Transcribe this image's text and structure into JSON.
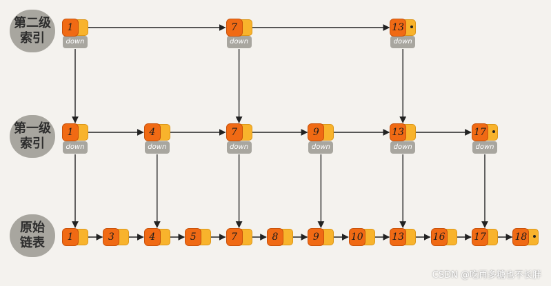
{
  "labels": {
    "level2": [
      "第二级",
      "索引"
    ],
    "level1": [
      "第一级",
      "索引"
    ],
    "base": [
      "原始",
      "链表"
    ]
  },
  "down_label": "down",
  "levels": {
    "level2": [
      1,
      7,
      13
    ],
    "level1": [
      1,
      4,
      7,
      9,
      13,
      17
    ],
    "base": [
      1,
      3,
      4,
      5,
      7,
      8,
      9,
      10,
      13,
      16,
      17,
      18
    ]
  },
  "tail_marker": "•",
  "watermark": "CSDN @吃再多糖也不长胖"
}
